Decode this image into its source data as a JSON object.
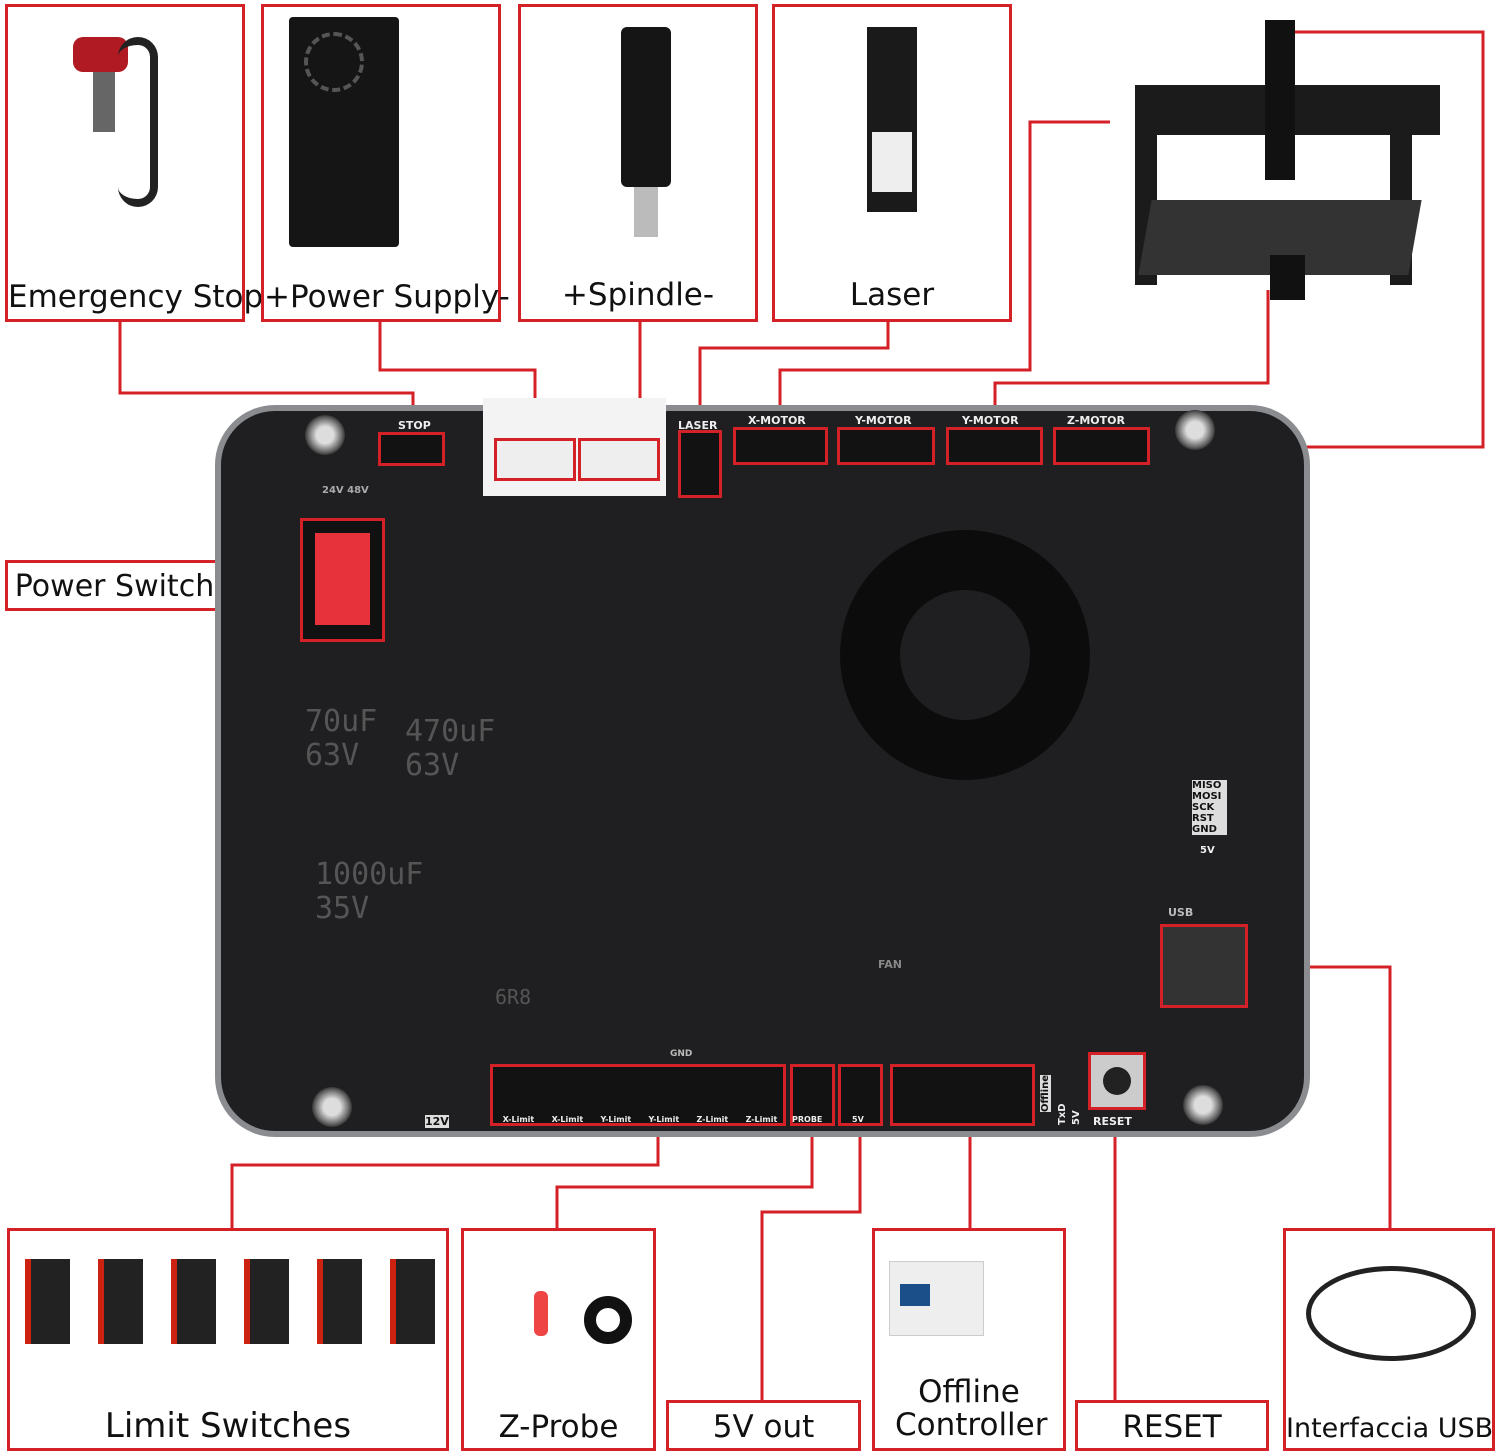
{
  "top_components": [
    {
      "label": "Emergency Stop"
    },
    {
      "label": "+Power Supply-"
    },
    {
      "label": "+Spindle-"
    },
    {
      "label": "Laser"
    }
  ],
  "side_components": {
    "power_switch": "Power Switch"
  },
  "bottom_components": [
    {
      "label": "Limit Switches"
    },
    {
      "label": "Z-Probe"
    },
    {
      "label": "5V out"
    },
    {
      "label": "Offline Controller"
    },
    {
      "label": "RESET"
    },
    {
      "label": "Interfaccia USB"
    }
  ],
  "board_silk": {
    "stop": "STOP",
    "laser": "LASER",
    "x_motor": "X-MOTOR",
    "y_motor": "Y-MOTOR",
    "y_motor2": "Y-MOTOR",
    "z_motor": "Z-MOTOR",
    "volt": "24V 48V",
    "limits": [
      "X-Limit",
      "X-Limit",
      "Y-Limit",
      "Y-Limit",
      "Z-Limit",
      "Z-Limit"
    ],
    "probe": "PROBE",
    "v5": "5V",
    "gnd": "GND",
    "offline": "Offline",
    "txd": "TxD",
    "v5b": "5V",
    "reset": "RESET",
    "v12": "12V",
    "usb": "USB",
    "fan": "FAN",
    "isp": "MISO MOSI SCK RST GND",
    "isp5v": "5V",
    "cap1": "470uF 63V",
    "cap2": "1000uF 35V",
    "cap3": "70uF 63V",
    "ind": "6R8"
  },
  "colors": {
    "accent": "#d42027",
    "board": "#1f1f21"
  }
}
